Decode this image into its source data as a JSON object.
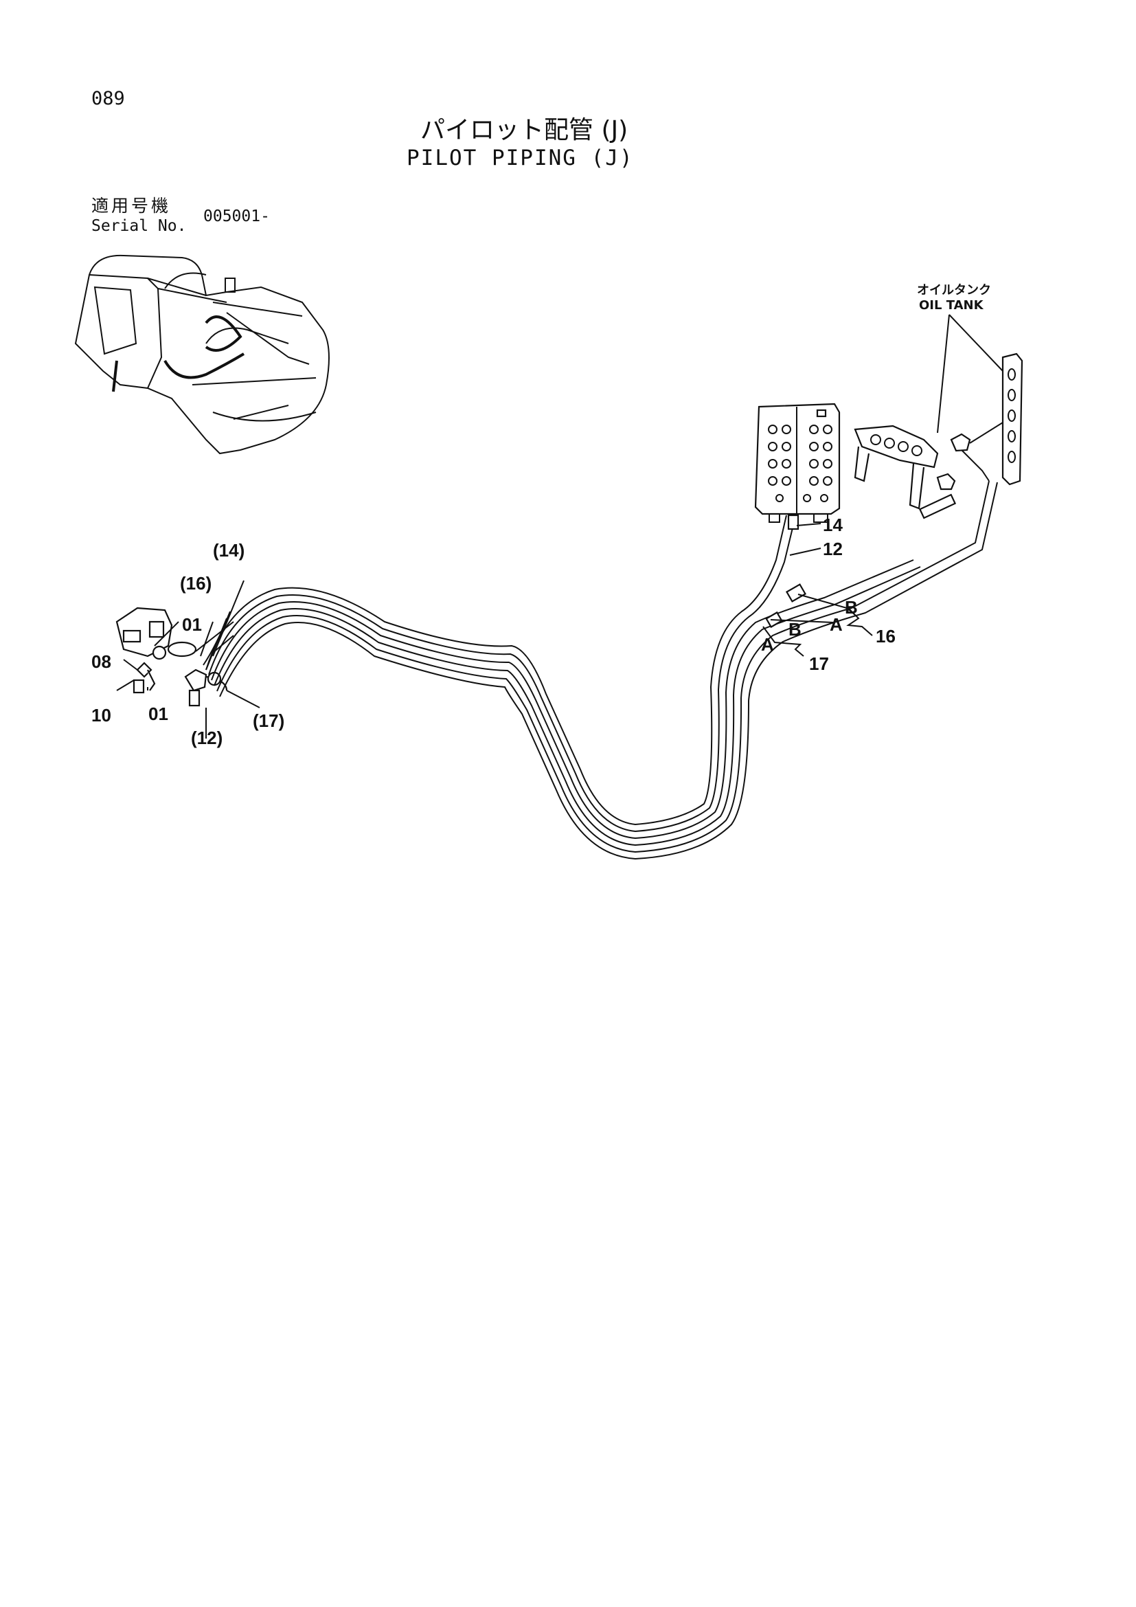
{
  "page": {
    "number": "089"
  },
  "title": {
    "jp": "パイロット配管 (J)",
    "en": "PILOT PIPING (J)"
  },
  "serial": {
    "label_jp": "適用号機",
    "label_en": "Serial No.",
    "value": "005001-"
  },
  "labels": {
    "oil_tank_jp": "オイルタンク",
    "oil_tank_en": "OIL TANK",
    "p14": "14",
    "p12": "12",
    "p16": "16",
    "p17": "17",
    "b16": "B",
    "a16": "A",
    "b17": "B",
    "a17": "A",
    "p14_paren": "(14)",
    "p16_paren": "(16)",
    "p12_paren": "(12)",
    "p17_paren": "(17)",
    "p01_top": "01",
    "p01_bottom": "01",
    "p08": "08",
    "p10": "10"
  }
}
